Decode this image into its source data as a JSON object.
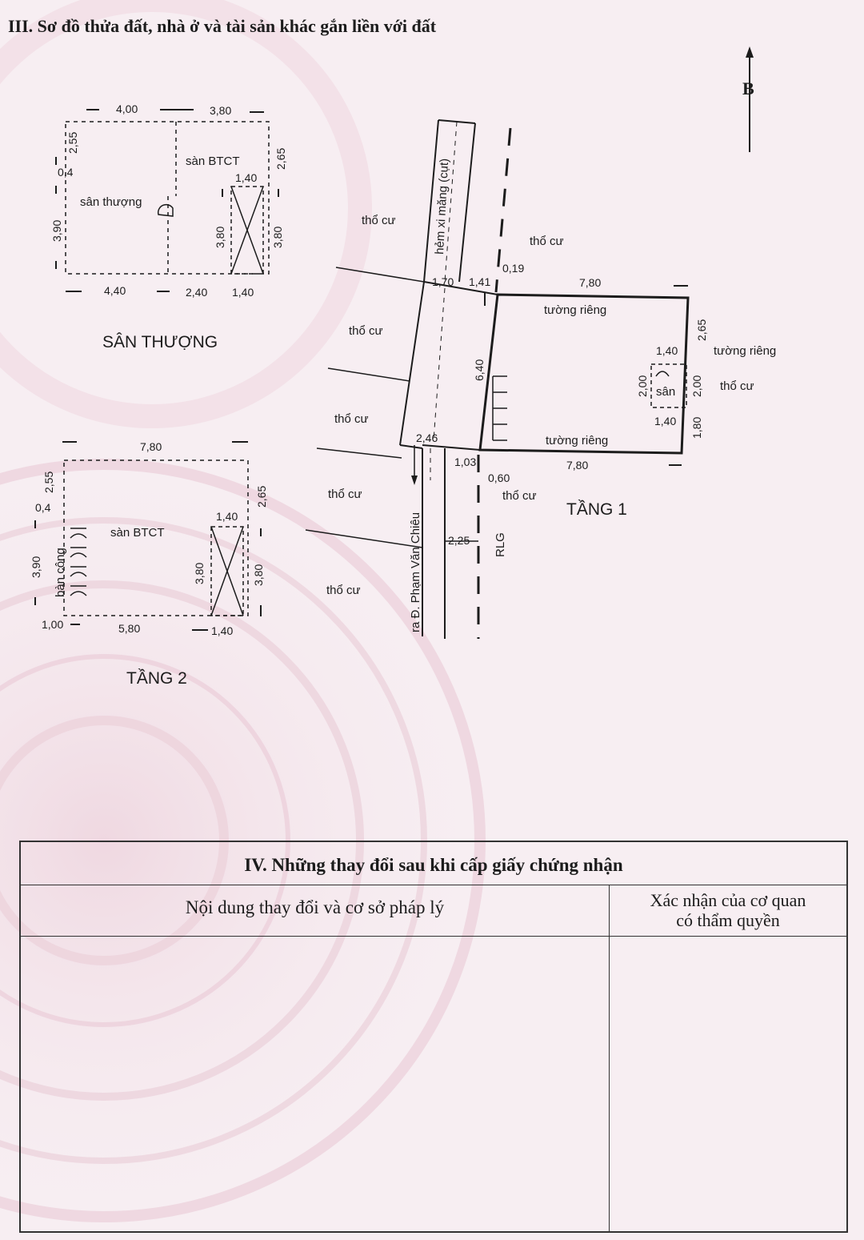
{
  "section3": {
    "title": "III. Sơ đồ thửa đất, nhà ở và tài sản khác gắn liền với đất"
  },
  "north": {
    "label": "B"
  },
  "san_thuong": {
    "title": "SÂN THƯỢNG",
    "rooftop_label": "sân thượng",
    "slab_label": "sàn BTCT",
    "dims": {
      "top_left": "4,00",
      "top_right": "3,80",
      "bottom_left": "4,40",
      "bottom_mid": "2,40",
      "bottom_right": "1,40",
      "stair_width": "1,40",
      "left_top": "2,55",
      "left_mid": "0,4",
      "left_bottom": "3,90",
      "right_top": "2,65",
      "right_bottom": "3,80",
      "inner_vertical": "3,80"
    }
  },
  "tang2": {
    "title": "TẦNG 2",
    "slab_label": "sàn BTCT",
    "altar_label": "bàn công",
    "dims": {
      "top": "7,80",
      "bottom_left": "1,00",
      "bottom_mid": "5,80",
      "bottom_right": "1,40",
      "stair_width": "1,40",
      "left_top": "2,55",
      "left_mid": "0,4",
      "left_bottom": "3,90",
      "right_top": "2,65",
      "right_bottom": "3,80",
      "inner_vertical": "3,80"
    }
  },
  "site": {
    "alley_label": "hẻm xi măng (cụt)",
    "street_label": "ra Đ. Phạm Văn Chiêu",
    "rlg_label": "RLG",
    "neighbor_label": "thổ cư",
    "dims": {
      "alley_width": "1,70",
      "offset_a": "1,41",
      "offset_b": "0,19",
      "lane_width": "2,46",
      "offset_c": "1,03",
      "offset_d": "0,60",
      "street_width": "2,25"
    }
  },
  "tang1": {
    "title": "TẦNG 1",
    "wall_label_top": "tường riêng",
    "wall_label_bottom": "tường riêng",
    "wall_label_right": "tường riêng",
    "yard_label": "sân",
    "dims": {
      "top": "7,80",
      "bottom": "7,80",
      "left": "6,40",
      "right_top": "2,65",
      "right_mid": "2,00",
      "right_bottom": "1,80",
      "yard_top": "1,40",
      "yard_bottom": "1,40",
      "yard_height": "2,00"
    }
  },
  "section4": {
    "title": "IV. Những thay đổi sau khi cấp giấy chứng nhận",
    "col_left": "Nội dung thay đổi và cơ sở pháp lý",
    "col_right_line1": "Xác nhận của cơ quan",
    "col_right_line2": "có thẩm quyền"
  }
}
